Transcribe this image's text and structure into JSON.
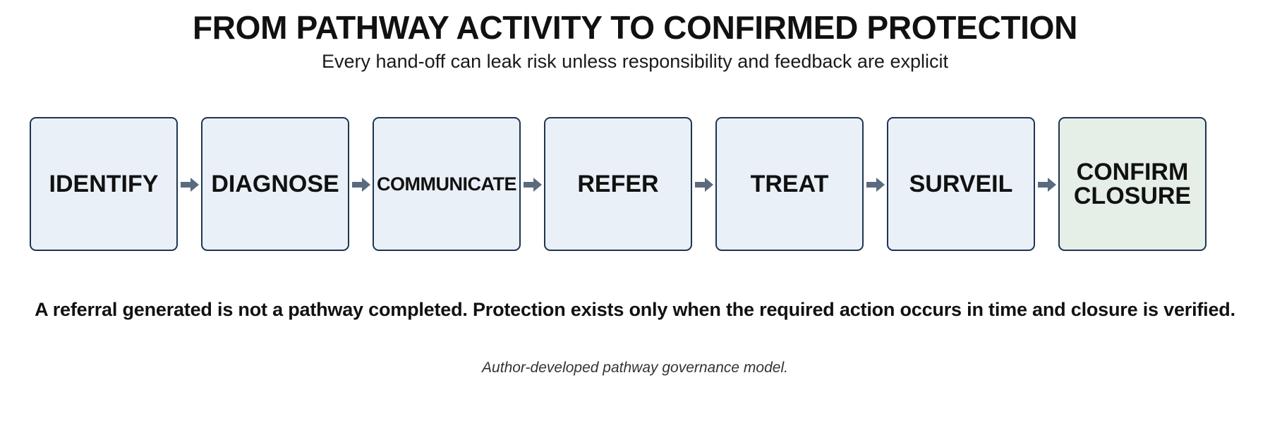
{
  "title": "FROM PATHWAY ACTIVITY TO CONFIRMED PROTECTION",
  "subtitle": "Every hand-off can leak risk unless responsibility and feedback are explicit",
  "steps": [
    {
      "label": "IDENTIFY"
    },
    {
      "label": "DIAGNOSE"
    },
    {
      "label": "COMMUNICATE"
    },
    {
      "label": "REFER"
    },
    {
      "label": "TREAT"
    },
    {
      "label": "SURVEIL"
    },
    {
      "label": "CONFIRM\nCLOSURE"
    }
  ],
  "statement": "A referral generated is not a pathway completed. Protection exists only when the required action occurs in time and closure is verified.",
  "source_note": "Author-developed pathway governance model.",
  "colors": {
    "box_fill": "#e9f0f7",
    "final_box_fill": "#e6efe7",
    "box_border": "#1e3550",
    "arrow": "#5a6b80"
  }
}
